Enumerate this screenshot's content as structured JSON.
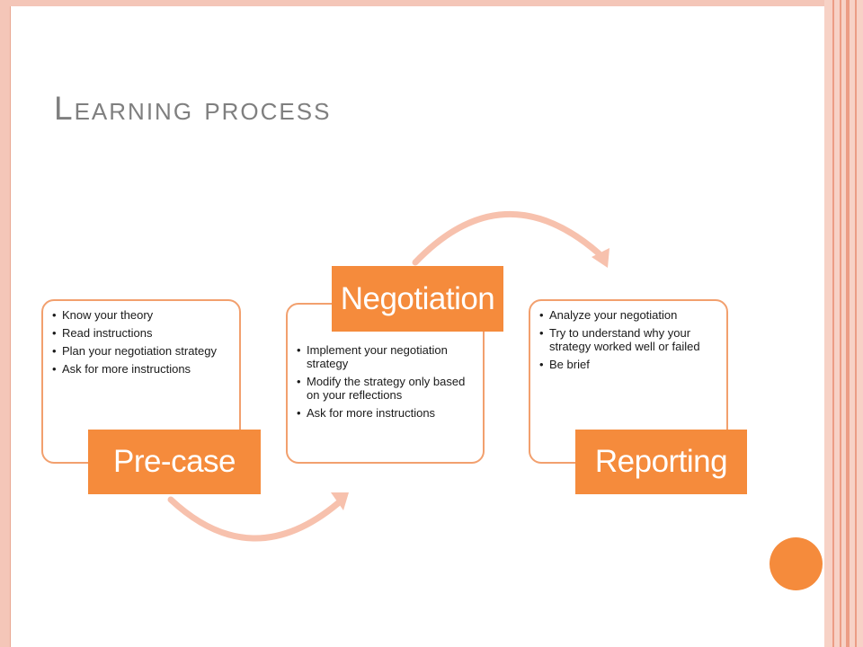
{
  "title": "Learning process",
  "stages": [
    {
      "label": "Pre-case",
      "items": [
        "Know your theory",
        "Read instructions",
        "Plan your negotiation strategy",
        "Ask for more instructions"
      ]
    },
    {
      "label": "Negotiation",
      "items": [
        "Implement your negotiation strategy",
        "Modify the strategy only based on your reflections",
        "Ask for more instructions"
      ]
    },
    {
      "label": "Reporting",
      "items": [
        "Analyze your negotiation",
        "Try to understand why your strategy worked well or failed",
        "Be brief"
      ]
    }
  ],
  "bullet": "•",
  "colors": {
    "accent": "#f58b3c",
    "card_border": "#f2a06e",
    "arrow": "#f7c1ad",
    "title": "#7f7f7f",
    "frame": "#f4c6b8"
  }
}
